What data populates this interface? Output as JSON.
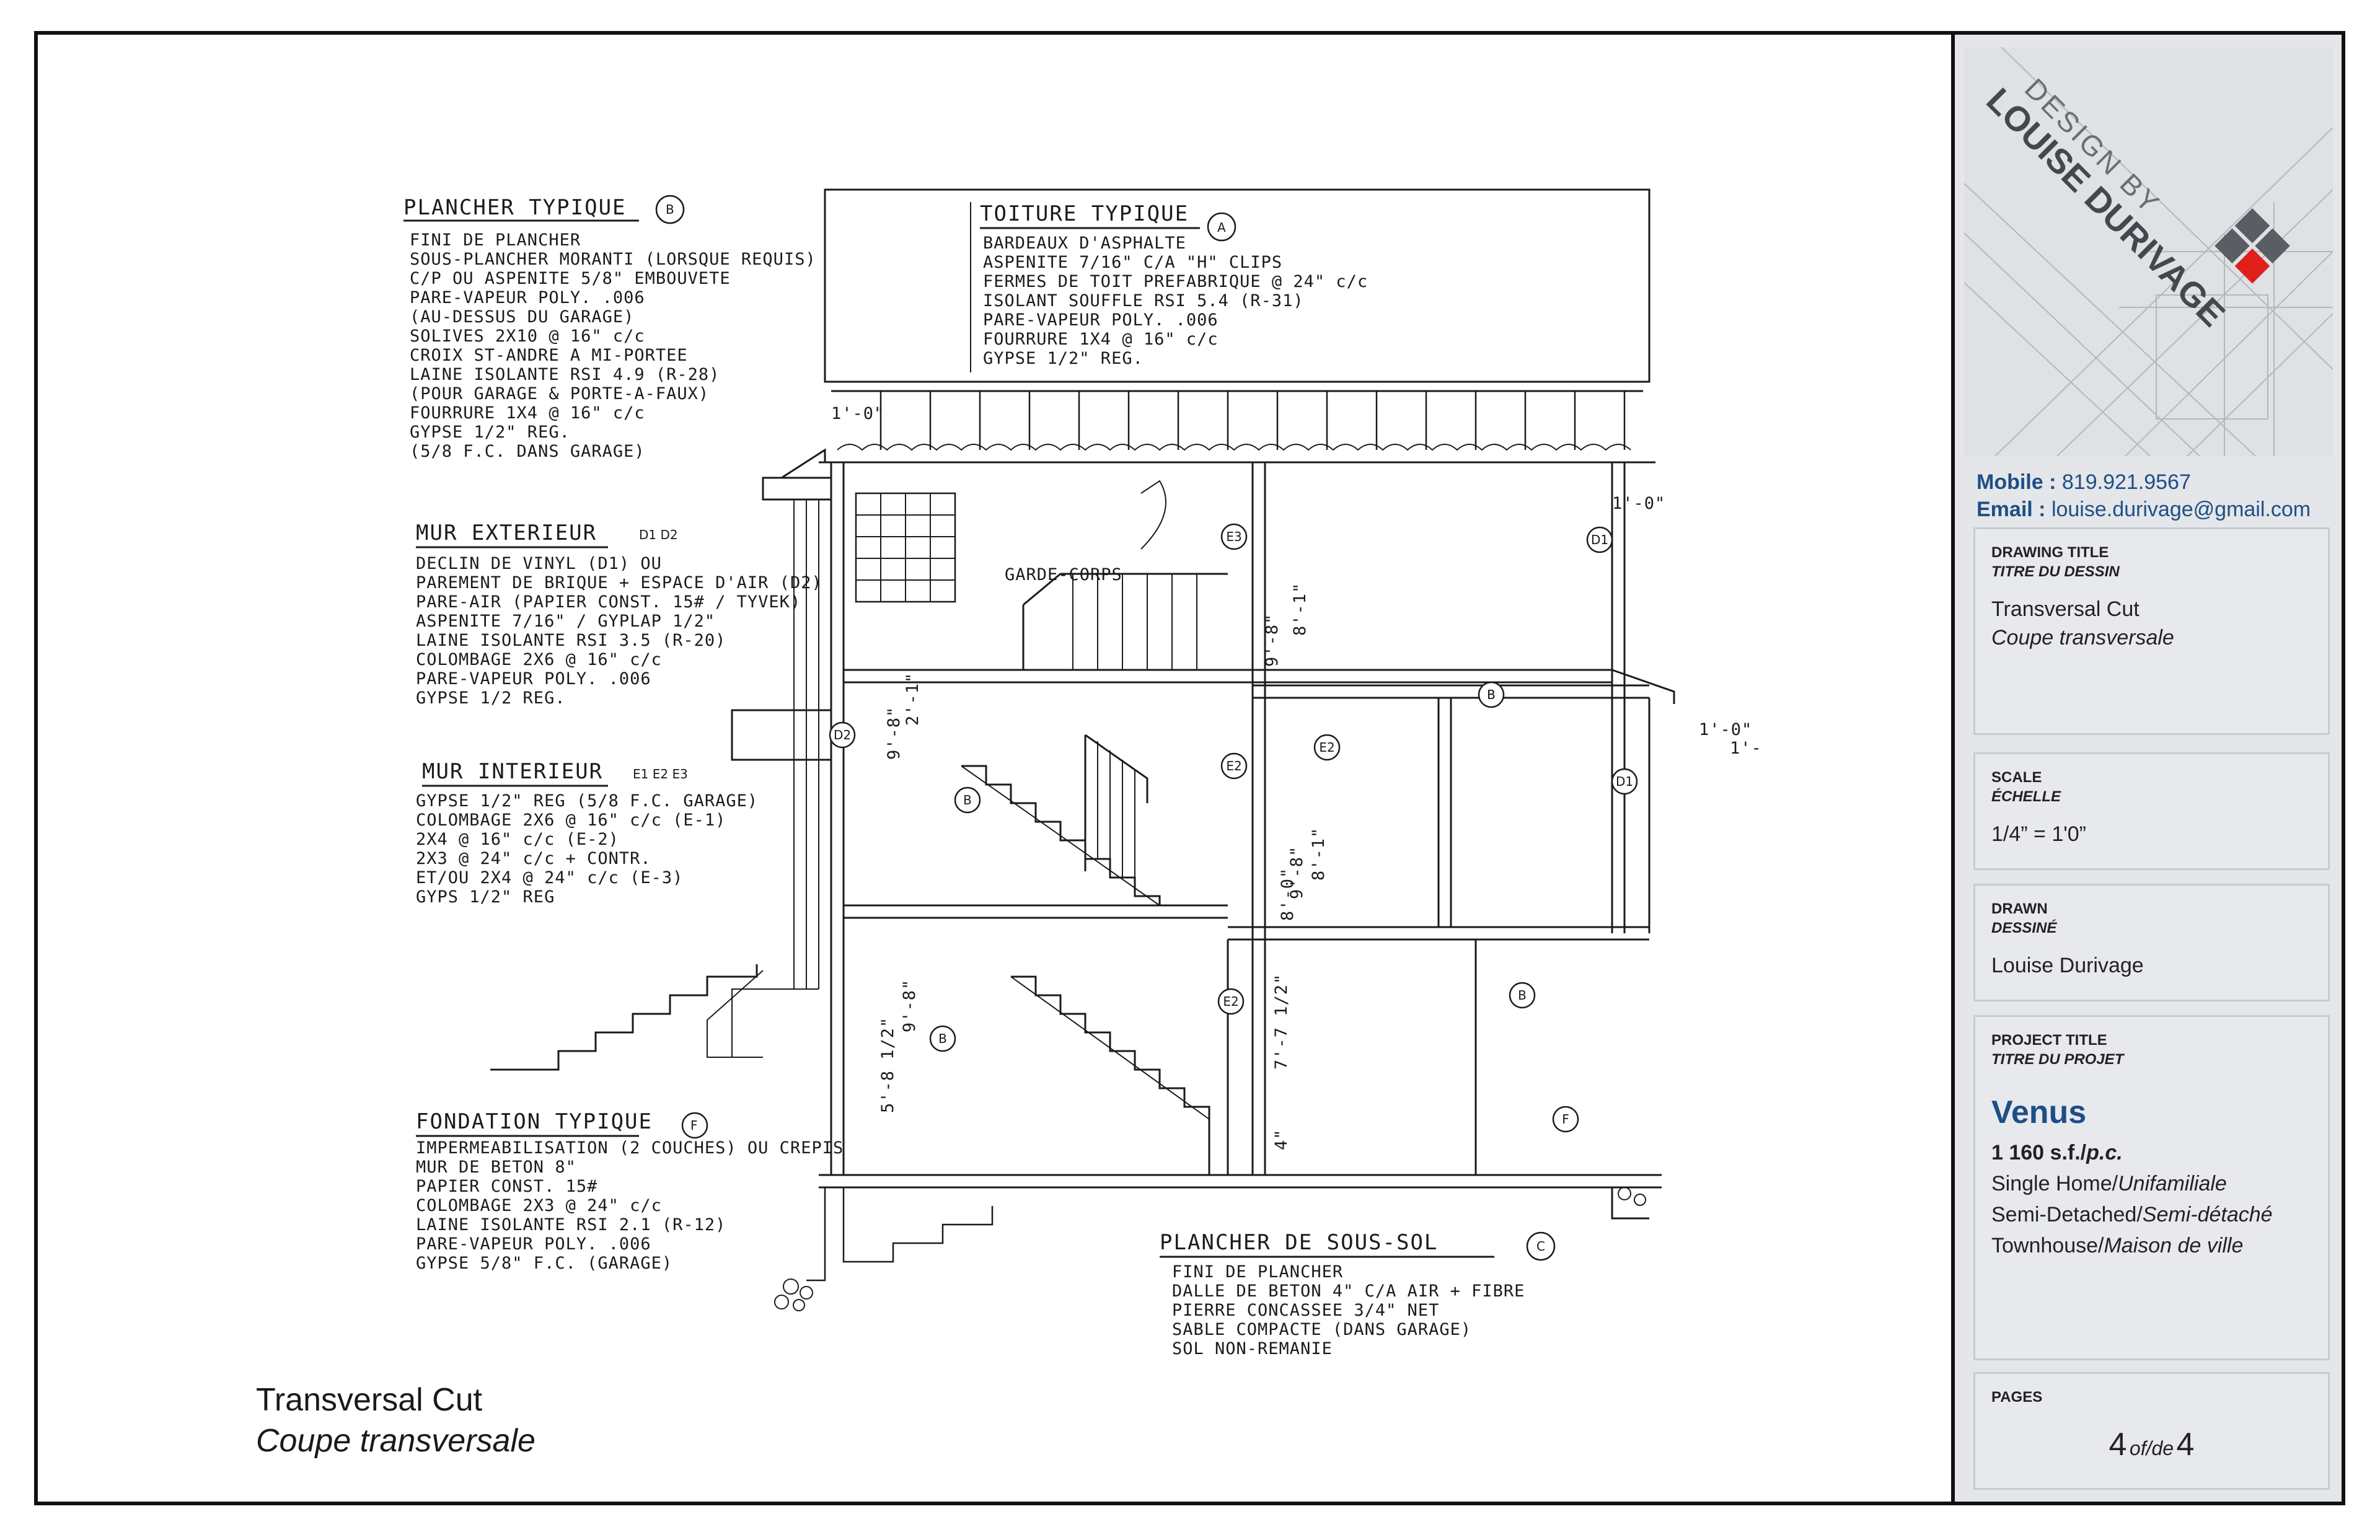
{
  "drawing": {
    "caption_en": "Transversal Cut",
    "caption_fr": "Coupe transversale",
    "notes": {
      "plancher": {
        "heading": "PLANCHER TYPIQUE",
        "tag": "B",
        "lines": [
          "FINI DE PLANCHER",
          "SOUS-PLANCHER MORANTI (LORSQUE REQUIS)",
          "C/P OU ASPENITE 5/8\" EMBOUVETE",
          "PARE-VAPEUR POLY. .006",
          "(AU-DESSUS DU GARAGE)",
          "SOLIVES 2X10 @ 16\" c/c",
          "CROIX ST-ANDRE A MI-PORTEE",
          "LAINE ISOLANTE RSI 4.9 (R-28)",
          "(POUR GARAGE & PORTE-A-FAUX)",
          "FOURRURE 1X4 @ 16\" c/c",
          "GYPSE 1/2\" REG.",
          "(5/8 F.C. DANS GARAGE)"
        ]
      },
      "toiture": {
        "heading": "TOITURE TYPIQUE",
        "tag": "A",
        "lines": [
          "BARDEAUX D'ASPHALTE",
          "ASPENITE 7/16\" C/A \"H\" CLIPS",
          "FERMES DE TOIT PREFABRIQUE @ 24\" c/c",
          "ISOLANT SOUFFLE RSI 5.4 (R-31)",
          "PARE-VAPEUR POLY. .006",
          "FOURRURE 1X4 @ 16\" c/c",
          "GYPSE 1/2\" REG."
        ]
      },
      "mur_ext": {
        "heading": "MUR EXTERIEUR",
        "tag": "D1 D2",
        "lines": [
          "DECLIN DE VINYL (D1) OU",
          "PAREMENT DE BRIQUE + ESPACE D'AIR (D2)",
          "PARE-AIR (PAPIER CONST. 15# / TYVEK)",
          "ASPENITE 7/16\" / GYPLAP 1/2\"",
          "LAINE ISOLANTE RSI 3.5 (R-20)",
          "COLOMBAGE 2X6 @ 16\" c/c",
          "PARE-VAPEUR POLY. .006",
          "GYPSE 1/2 REG."
        ]
      },
      "mur_int": {
        "heading": "MUR INTERIEUR",
        "tag": "E1 E2 E3",
        "lines": [
          "GYPSE 1/2\" REG (5/8 F.C. GARAGE)",
          "COLOMBAGE 2X6 @ 16\" c/c (E-1)",
          "2X4 @ 16\" c/c (E-2)",
          "2X3 @ 24\" c/c + CONTR.",
          "ET/OU 2X4 @ 24\" c/c (E-3)",
          "GYPS 1/2\" REG"
        ]
      },
      "fondation": {
        "heading": "FONDATION TYPIQUE",
        "tag": "F",
        "lines": [
          "IMPERMEABILISATION (2 COUCHES) OU CREPIS",
          "MUR DE BETON 8\"",
          "PAPIER CONST. 15#",
          "COLOMBAGE 2X3 @ 24\" c/c",
          "LAINE ISOLANTE RSI 2.1 (R-12)",
          "PARE-VAPEUR POLY. .006",
          "GYPSE 5/8\" F.C. (GARAGE)"
        ]
      },
      "sous_sol": {
        "heading": "PLANCHER DE SOUS-SOL",
        "tag": "C",
        "lines": [
          "FINI DE PLANCHER",
          "DALLE DE BETON 4\" C/A AIR + FIBRE",
          "PIERRE CONCASSEE 3/4\" NET",
          "SABLE COMPACTE (DANS GARAGE)",
          "SOL NON-REMANIE"
        ]
      },
      "garde_corps": "GARDE-CORPS",
      "dims": [
        "1'-0\"",
        "8'-1\"",
        "9'-8\"",
        "2'-1\"",
        "9'-8\"",
        "8'-1\"",
        "9'-8\"",
        "8'-0\"",
        "7'-7 1/2\"",
        "5'-8 1/2\"",
        "9'-8\"",
        "1'-0\"",
        "1'-0\"",
        "1'-0\"",
        "4\""
      ],
      "sheet_tags": [
        "E3",
        "E2",
        "E2",
        "E2",
        "B",
        "B",
        "B",
        "B",
        "D1",
        "D1",
        "D2",
        "F",
        "B"
      ]
    }
  },
  "titleblock": {
    "logo": {
      "line1": "DESIGN BY",
      "line2": "LOUISE DURIVAGE",
      "accent": "#e0201b",
      "dark": "#5a5e64"
    },
    "contact": {
      "mobile_label": "Mobile :",
      "mobile": "819.921.9567",
      "email_label": "Email :",
      "email": "louise.durivage@gmail.com"
    },
    "drawing_title": {
      "label": "DRAWING TITLE",
      "label_fr": "TITRE DU DESSIN",
      "value": "Transversal Cut",
      "value_fr": "Coupe transversale"
    },
    "scale": {
      "label": "SCALE",
      "label_fr": "ÉCHELLE",
      "value": "1/4” = 1'0”"
    },
    "drawn": {
      "label": "DRAWN",
      "label_fr": "DESSINÉ",
      "value": "Louise Durivage"
    },
    "project": {
      "label": "PROJECT TITLE",
      "label_fr": "TITRE DU PROJET",
      "name": "Venus",
      "area": "1 160 s.f./",
      "area_fr": "p.c.",
      "types": [
        {
          "en": "Single Home/",
          "fr": "Unifamiliale"
        },
        {
          "en": "Semi-Detached/",
          "fr": "Semi-détaché"
        },
        {
          "en": "Townhouse/",
          "fr": "Maison de ville"
        }
      ]
    },
    "pages": {
      "label": "PAGES",
      "current": "4",
      "of": "of/de",
      "total": "4"
    }
  },
  "colors": {
    "brand_blue": "#1d4f86",
    "panel_bg": "#e7e9ec",
    "titleblock_bg": "#e4e6e9"
  }
}
